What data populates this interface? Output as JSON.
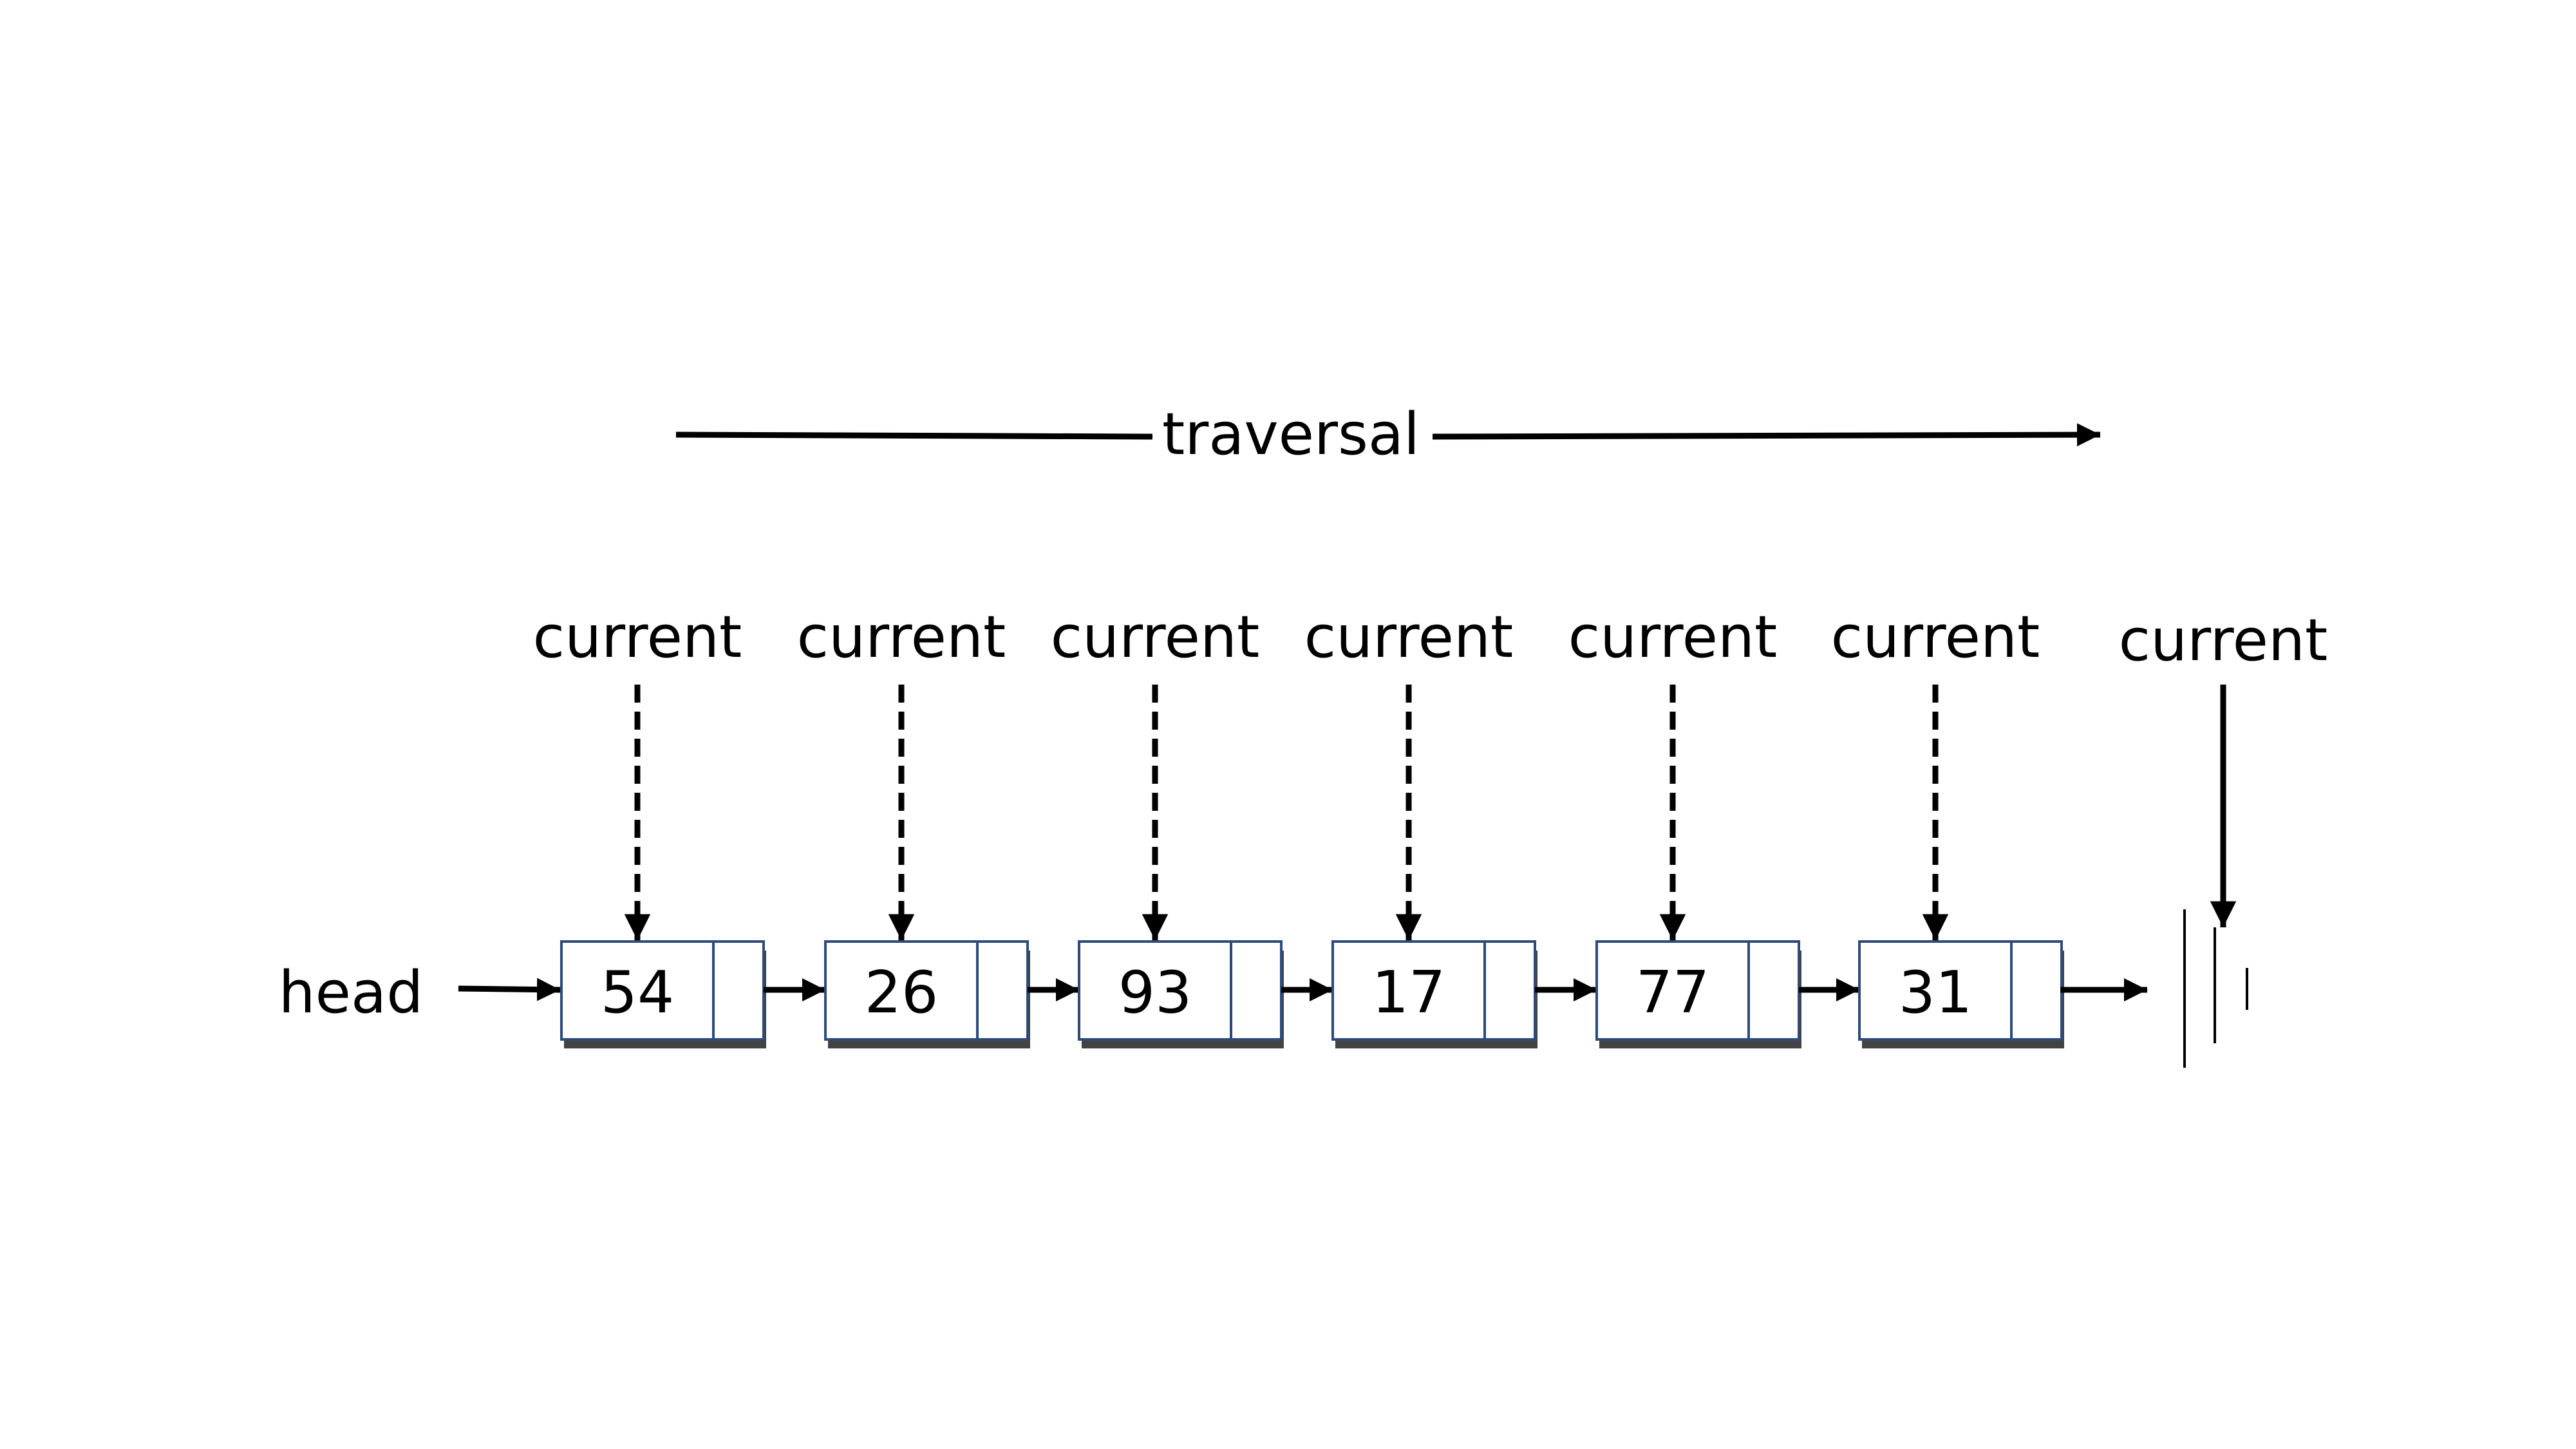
{
  "diagram": {
    "traversal_label": "traversal",
    "head_label": "head",
    "pointer_label": "current",
    "nodes": [
      {
        "value": "54"
      },
      {
        "value": "26"
      },
      {
        "value": "93"
      },
      {
        "value": "17"
      },
      {
        "value": "77"
      },
      {
        "value": "31"
      }
    ]
  },
  "colors": {
    "node_border": "#2e4a7d",
    "node_shadow": "#222222",
    "line": "#000000",
    "text": "#000000"
  }
}
